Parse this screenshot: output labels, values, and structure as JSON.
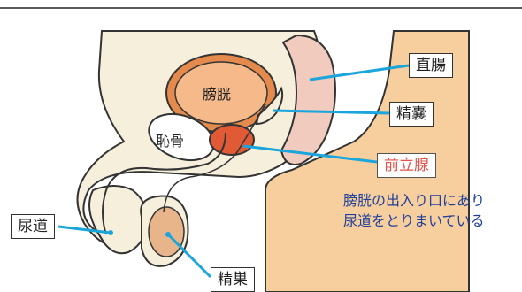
{
  "labels": {
    "bladder": "膀胱",
    "pubic_bone": "恥骨",
    "rectum": "直腸",
    "seminal_vesicle": "精嚢",
    "prostate": "前立腺",
    "urethra": "尿道",
    "testis": "精巣"
  },
  "note": {
    "line1": "膀胱の出入り口にあり",
    "line2": "尿道をとりまいている"
  },
  "colors": {
    "skin": "#f7cf9e",
    "body_fill": "#f6efdc",
    "rectum": "#f1cbbe",
    "bladder_ring": "#e38a4c",
    "bladder_inner": "#f5b98a",
    "prostate": "#e05a35",
    "leader_line": "#1aa6dc",
    "accent_text": "#e0524a",
    "note_text": "#1e3f9a"
  }
}
